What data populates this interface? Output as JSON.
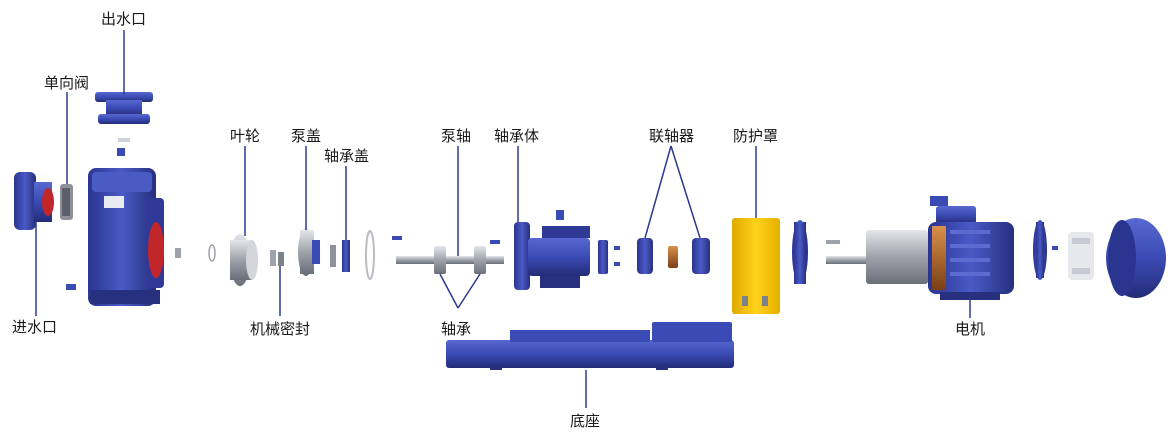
{
  "labels": {
    "outlet": "出水口",
    "check_valve": "单向阀",
    "inlet": "进水口",
    "impeller": "叶轮",
    "mechanical_seal": "机械密封",
    "pump_cover": "泵盖",
    "bearing_cover": "轴承盖",
    "pump_shaft": "泵轴",
    "bearing": "轴承",
    "bearing_housing": "轴承体",
    "coupling": "联轴器",
    "guard": "防护罩",
    "base": "底座",
    "motor": "电机"
  },
  "colors": {
    "pump_blue": "#3b4bb5",
    "pump_blue_dark": "#26307e",
    "flange_red": "#c0262a",
    "guard_yellow": "#f2c300",
    "steel": "#b9bcc2",
    "copper": "#b0652a",
    "leader": "#2b3a8f"
  }
}
